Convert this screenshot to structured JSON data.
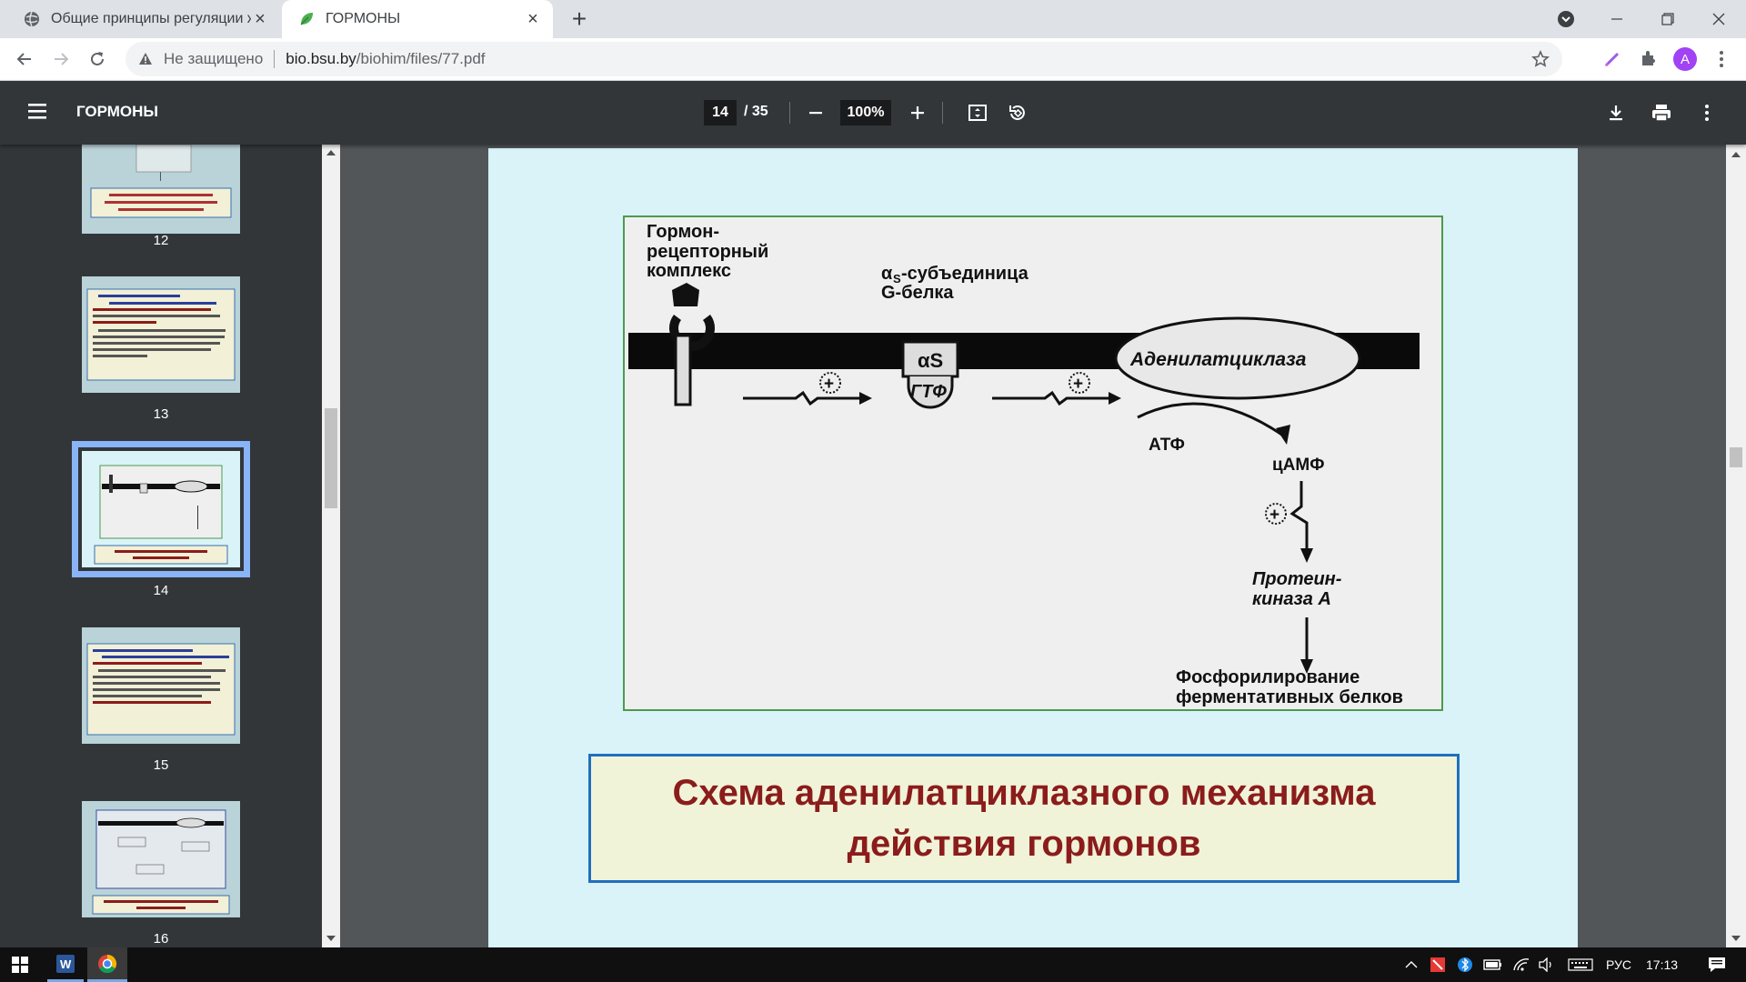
{
  "tabs": [
    {
      "title": "Общие принципы регуляции ж",
      "active": false,
      "icon": "globe-icon"
    },
    {
      "title": "ГОРМОНЫ",
      "active": true,
      "icon": "leaf-icon"
    }
  ],
  "address": {
    "security_label": "Не защищено",
    "host": "bio.bsu.by",
    "path": "/biohim/files/77.pdf"
  },
  "profile_initial": "A",
  "pdf": {
    "title": "ГОРМОНЫ",
    "current_page": "14",
    "total_pages": "/ 35",
    "zoom": "100%"
  },
  "thumbnails": [
    {
      "num": "12",
      "caption": "Схема механизма, связанного с G-белками (аденилатциклазный, кальций-фосфолипидный механизм)"
    },
    {
      "num": "13",
      "caption": "Аденилатциклазный механизм."
    },
    {
      "num": "14",
      "caption": "Схема аденилатциклазного механизма действия гормонов"
    },
    {
      "num": "15",
      "caption": "Кальций-фосфолипидный механизм."
    },
    {
      "num": "16",
      "caption": "Схема кальций-фосфолипидного механизма действия гормонов"
    }
  ],
  "diagram": {
    "receptor_label_1": "Гормон-",
    "receptor_label_2": "рецепторный",
    "receptor_label_3": "комплекс",
    "g_label_1": "-субъединица",
    "g_label_alpha": "α",
    "g_label_sub": "S",
    "g_label_2": "G-белка",
    "alpha_s": "αS",
    "gtp": "ГТФ",
    "enzyme": "Аденилатциклаза",
    "atp": "АТФ",
    "camp": "цАМФ",
    "pka_1": "Протеин-",
    "pka_2": "киназа А",
    "result_1": "Фосфорилирование",
    "result_2": "ферментативных белков",
    "plus": "+"
  },
  "caption": "Схема аденилатциклазного механизма действия гормонов",
  "taskbar": {
    "lang": "РУС",
    "time": "17:13"
  },
  "colors": {
    "page_bg": "#d9f3f8",
    "caption_text": "#8b1c1c",
    "caption_border": "#1f6fbf",
    "figure_border": "#4d9a4d"
  }
}
